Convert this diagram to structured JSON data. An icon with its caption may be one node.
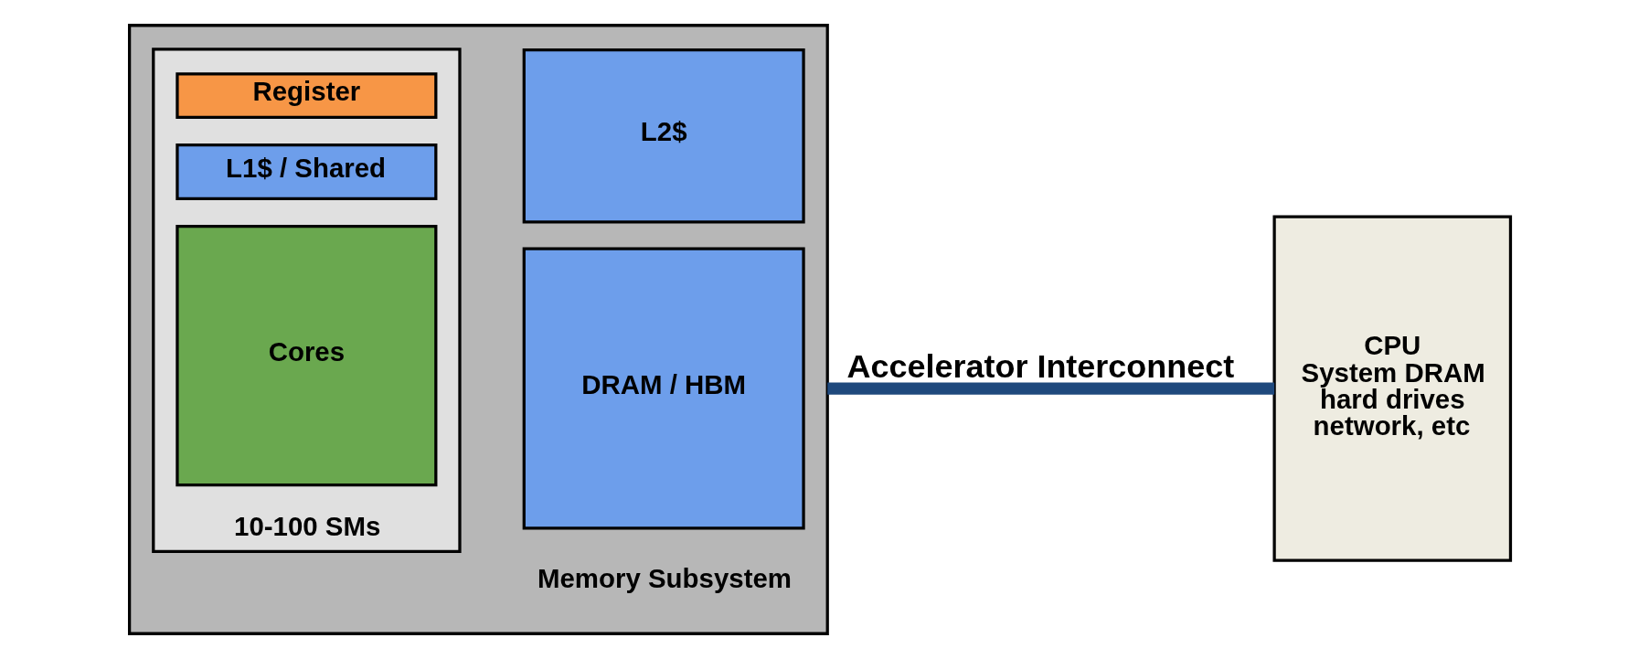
{
  "diagram": {
    "nodes": [
      {
        "text": [],
        "shape": "box"
      },
      {
        "text": [
          "10-100 SMs"
        ],
        "in": 0
      },
      {
        "text": [
          "Register"
        ],
        "in": 1
      },
      {
        "text": [
          "L1$ / Shared"
        ],
        "in": 1
      },
      {
        "text": [
          "Cores"
        ],
        "in": 1
      },
      {
        "text": [
          "L2$"
        ],
        "in": 0
      },
      {
        "text": [
          "DRAM / HBM"
        ],
        "in": 0
      },
      {
        "text": [
          "CPU",
          "System DRAM",
          "hard drives",
          "network, etc"
        ]
      }
    ],
    "edges": [
      {
        "from": 0,
        "to": 7,
        "arrow": "none",
        "label": "Accelerator Interconnect",
        "color": "#1f497d"
      }
    ],
    "labels": [
      "Memory Subsystem"
    ]
  }
}
